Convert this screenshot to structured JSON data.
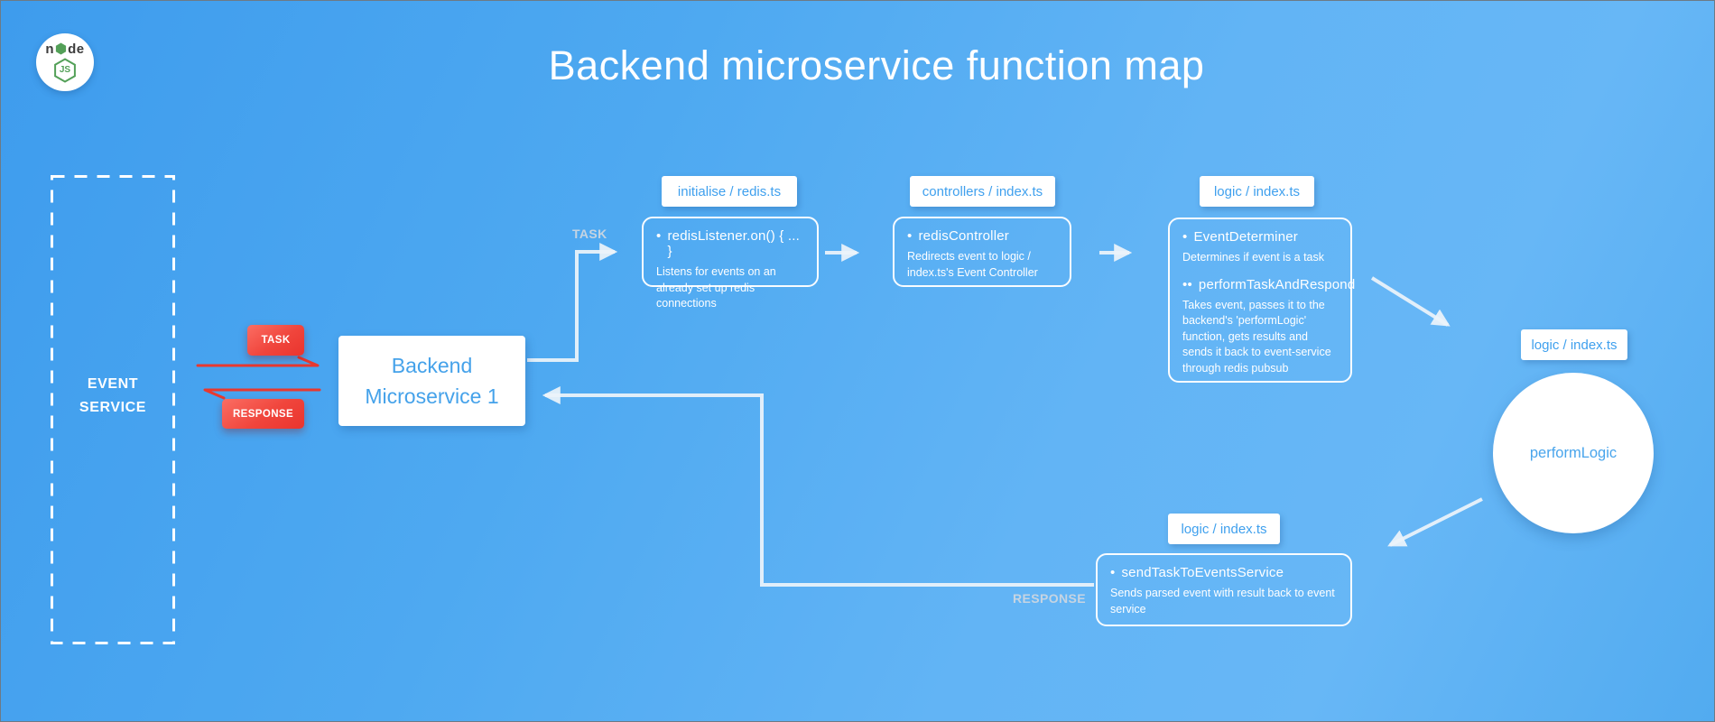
{
  "title": "Backend microservice function map",
  "logo": {
    "word_prefix": "n",
    "word_suffix": "de",
    "hex_label": "JS"
  },
  "event_service": {
    "line1": "EVENT",
    "line2": "SERVICE"
  },
  "badges": {
    "task": "TASK",
    "response": "RESPONSE"
  },
  "flow_labels": {
    "task": "TASK",
    "response": "RESPONSE"
  },
  "backend": {
    "line1": "Backend",
    "line2": "Microservice 1"
  },
  "chips": {
    "initialise": "initialise / redis.ts",
    "controllers": "controllers / index.ts",
    "logic_top": "logic / index.ts",
    "logic_right": "logic / index.ts",
    "logic_bottom": "logic / index.ts"
  },
  "boxes": {
    "redis_listener": {
      "bullet": "•",
      "title": "redisListener.on() { ... }",
      "desc": "Listens for events on an already set up redis connections"
    },
    "redis_controller": {
      "bullet": "•",
      "title": "redisController",
      "desc": "Redirects event to logic / index.ts's Event Controller"
    },
    "logic_index": {
      "item1_bullet": "•",
      "item1_title": "EventDeterminer",
      "item1_desc": "Determines if event is a task",
      "item2_bullet": "••",
      "item2_title": "performTaskAndRespond",
      "item2_desc": "Takes event, passes it to the backend's 'performLogic' function, gets results and sends it back to event-service through redis pubsub"
    },
    "send_task": {
      "bullet": "•",
      "title": "sendTaskToEventsService",
      "desc": "Sends parsed event with result back to event service"
    }
  },
  "circle": {
    "label": "performLogic"
  },
  "colors": {
    "accent_blue": "#41a0ea",
    "node_green": "#53a058",
    "arrow_red": "#e8382f",
    "badge_red": "#f04137",
    "muted_label": "#c3cfd9",
    "arrow_white": "#ecf3fa"
  }
}
